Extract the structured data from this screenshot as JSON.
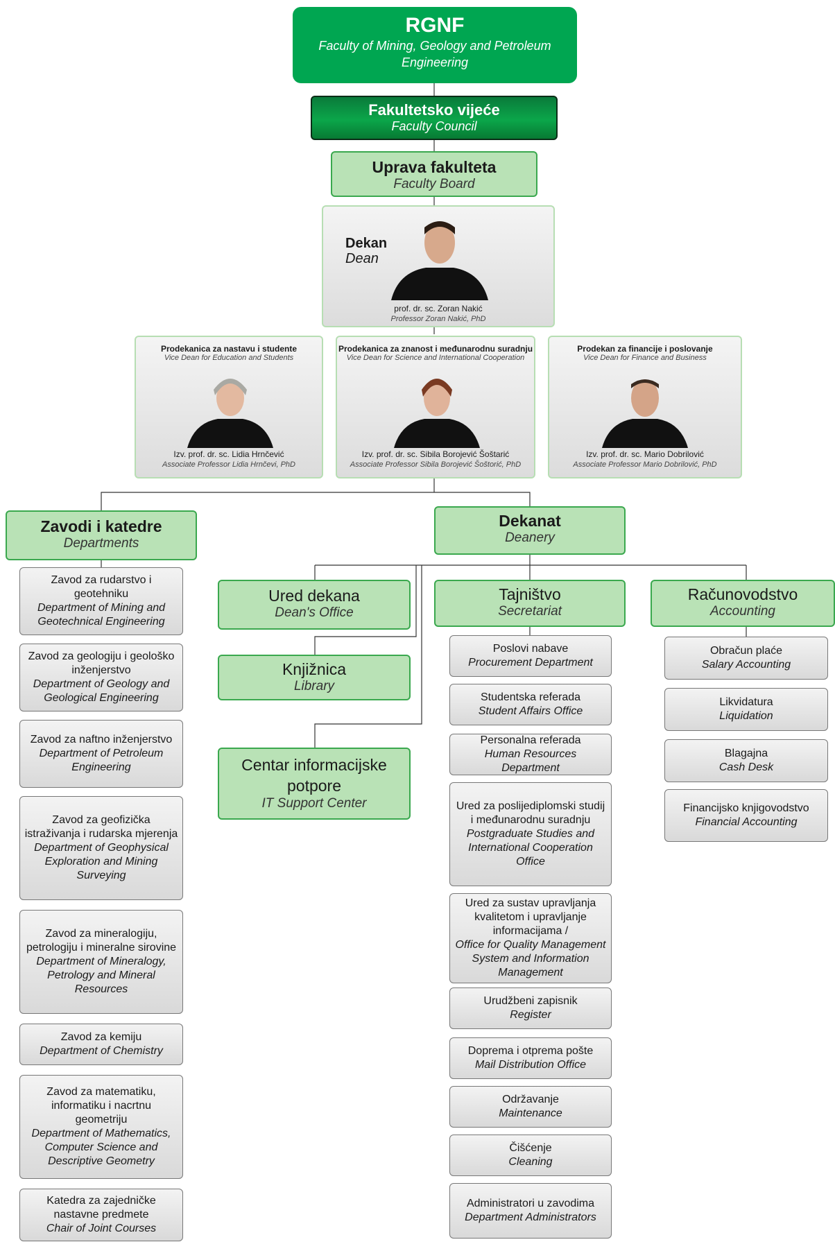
{
  "top": {
    "title": "RGNF",
    "subtitle": "Faculty of Mining, Geology and Petroleum Engineering"
  },
  "council": {
    "title": "Fakultetsko vijeće",
    "subtitle": "Faculty Council"
  },
  "board": {
    "title": "Uprava fakulteta",
    "subtitle": "Faculty Board"
  },
  "dean": {
    "role": "Dekan",
    "role_en": "Dean",
    "name": "prof. dr. sc. Zoran Nakić",
    "name_en": "Professor Zoran Nakić, PhD"
  },
  "vice_deans": [
    {
      "role": "Prodekanica za nastavu i studente",
      "role_en": "Vice Dean for Education and Students",
      "name": "Izv. prof. dr. sc. Lidia Hrnčević",
      "name_en": "Associate Professor Lidia Hrnčevi, PhD"
    },
    {
      "role": "Prodekanica za znanost i međunarodnu suradnju",
      "role_en": "Vice Dean for Science and International Cooperation",
      "name": "Izv. prof. dr. sc. Sibila Borojević Šoštarić",
      "name_en": "Associate Professor Sibila Borojević Šoštorić, PhD"
    },
    {
      "role": "Prodekan za financije i poslovanje",
      "role_en": "Vice Dean for Finance and Business",
      "name": "Izv. prof. dr. sc. Mario Dobrilović",
      "name_en": "Associate Professor Mario Dobrilović, PhD"
    }
  ],
  "departments": {
    "title": "Zavodi i katedre",
    "subtitle": "Departments",
    "items": [
      {
        "hr": "Zavod za rudarstvo i geotehniku",
        "en": "Department of Mining and Geotechnical Engineering"
      },
      {
        "hr": "Zavod za geologiju i geološko inženjerstvo",
        "en": "Department of Geology and Geological Engineering"
      },
      {
        "hr": "Zavod za naftno inženjerstvo",
        "en": "Department of Petroleum Engineering"
      },
      {
        "hr": "Zavod za geofizička istraživanja i rudarska mjerenja",
        "en": "Department of Geophysical Exploration and Mining Surveying"
      },
      {
        "hr": "Zavod za mineralogiju, petrologiju i mineralne sirovine",
        "en": "Department of Mineralogy, Petrology and Mineral Resources"
      },
      {
        "hr": "Zavod za kemiju",
        "en": "Department of Chemistry"
      },
      {
        "hr": "Zavod za matematiku, informatiku i nacrtnu geometriju",
        "en": "Department of Mathematics, Computer Science and Descriptive Geometry"
      },
      {
        "hr": "Katedra za zajedničke nastavne predmete",
        "en": "Chair of Joint Courses"
      }
    ]
  },
  "deanery": {
    "title": "Dekanat",
    "subtitle": "Deanery"
  },
  "office": {
    "title": "Ured dekana",
    "subtitle": "Dean's Office"
  },
  "library": {
    "title": "Knjižnica",
    "subtitle": "Library"
  },
  "it": {
    "title": "Centar informacijske potpore",
    "subtitle": "IT Support Center"
  },
  "secretariat": {
    "title": "Tajništvo",
    "subtitle": "Secretariat",
    "items": [
      {
        "hr": "Poslovi nabave",
        "en": "Procurement Department"
      },
      {
        "hr": "Studentska referada",
        "en": "Student Affairs Office"
      },
      {
        "hr": "Personalna referada",
        "en": "Human Resources Department"
      },
      {
        "hr": "Ured za poslijediplomski studij i međunarodnu suradnju",
        "en": "Postgraduate Studies and International Cooperation Office"
      },
      {
        "hr": "Ured za sustav upravljanja kvalitetom i upravljanje informacijama /",
        "en": "Office for Quality Management System and Information Management"
      },
      {
        "hr": "Urudžbeni zapisnik",
        "en": "Register"
      },
      {
        "hr": "Doprema i otprema pošte",
        "en": "Mail Distribution Office"
      },
      {
        "hr": "Održavanje",
        "en": "Maintenance"
      },
      {
        "hr": "Čišćenje",
        "en": "Cleaning"
      },
      {
        "hr": "Administratori u zavodima",
        "en": "Department Administrators"
      }
    ]
  },
  "accounting": {
    "title": "Računovodstvo",
    "subtitle": "Accounting",
    "items": [
      {
        "hr": "Obračun plaće",
        "en": "Salary Accounting"
      },
      {
        "hr": "Likvidatura",
        "en": "Liquidation"
      },
      {
        "hr": "Blagajna",
        "en": "Cash Desk"
      },
      {
        "hr": "Financijsko knjigovodstvo",
        "en": "Financial Accounting"
      }
    ]
  }
}
